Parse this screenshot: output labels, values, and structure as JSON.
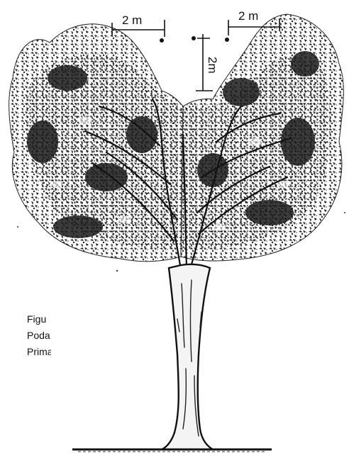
{
  "figure": {
    "dimensions": {
      "left_gap": "2 m",
      "right_gap": "2 m",
      "vertical_drop": "2m"
    },
    "caption_fragment": {
      "line1": "Figu",
      "line2": "Poda",
      "line3": "Prima"
    },
    "colors": {
      "ink": "#111111",
      "foliage": "#2b2b2b",
      "trunk_fill": "#f4f4f4",
      "paper": "#ffffff"
    }
  }
}
